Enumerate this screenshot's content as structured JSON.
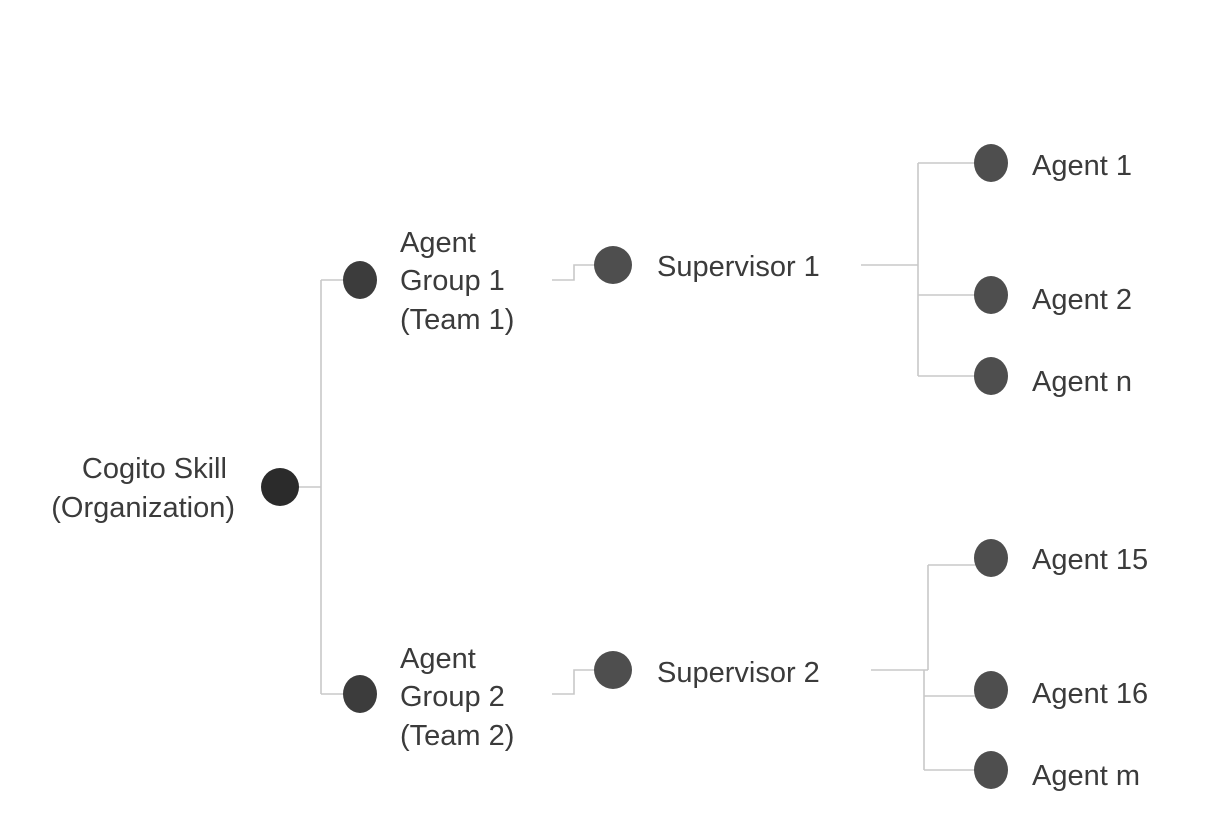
{
  "colors": {
    "root_node": "#2b2b2b",
    "group_node": "#3c3c3c",
    "leaf_node": "#4e4e4e",
    "edge": "#c8c8c8",
    "label": "#3b3b3b"
  },
  "root": {
    "label_lines": [
      "Cogito Skill",
      "(Organization)"
    ]
  },
  "groups": [
    {
      "label_lines": [
        "Agent",
        "Group 1",
        "(Team 1)"
      ],
      "supervisor": {
        "label": "Supervisor 1"
      },
      "agents": [
        {
          "label": "Agent 1"
        },
        {
          "label": "Agent 2"
        },
        {
          "label": "Agent n"
        }
      ]
    },
    {
      "label_lines": [
        "Agent",
        "Group 2",
        "(Team 2)"
      ],
      "supervisor": {
        "label": "Supervisor 2"
      },
      "agents": [
        {
          "label": "Agent 15"
        },
        {
          "label": "Agent 16"
        },
        {
          "label": "Agent m"
        }
      ]
    }
  ]
}
